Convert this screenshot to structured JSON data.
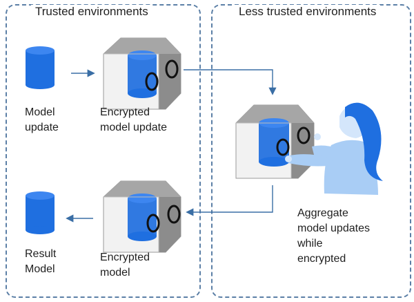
{
  "panels": {
    "trusted": {
      "title": "Trusted environments"
    },
    "less_trusted": {
      "title": "Less trusted environments"
    }
  },
  "labels": {
    "model_update": "Model\nupdate",
    "encrypted_model_update": "Encrypted\nmodel update",
    "aggregate": "Aggregate\nmodel updates\nwhile\nencrypted",
    "result_model": "Result\nModel",
    "encrypted_model": "Encrypted\nmodel"
  },
  "colors": {
    "cylinder": "#1f6fe0",
    "cylinder_top": "#3d86f0",
    "box_gray": "#8c8c8c",
    "arrow": "#3a6ea5",
    "border": "#5b7fa6"
  }
}
